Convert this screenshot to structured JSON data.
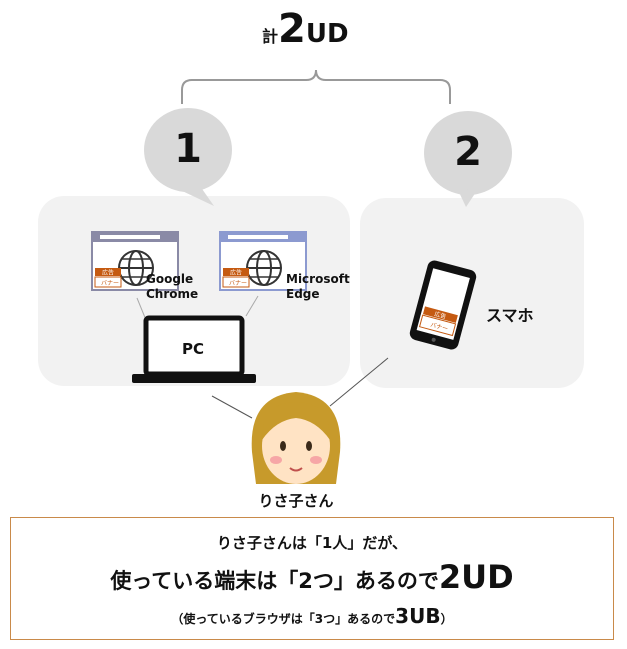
{
  "total": {
    "prefix": "計",
    "number": "2",
    "unit": "UD"
  },
  "groups": [
    {
      "number": "1",
      "devices": [
        "PC"
      ],
      "browsers": [
        "Google Chrome",
        "Microsoft Edge"
      ]
    },
    {
      "number": "2",
      "devices": [
        "スマホ"
      ]
    }
  ],
  "browsers": {
    "chrome": {
      "line1": "Google",
      "line2": "Chrome"
    },
    "edge": {
      "line1": "Microsoft",
      "line2": "Edge"
    }
  },
  "ad_label": "広告",
  "banner_label": "バナー",
  "pc_label": "PC",
  "phone_label": "スマホ",
  "person_name": "りさ子さん",
  "summary": {
    "line1": "りさ子さんは「1人」だが、",
    "line2_pre": "使っている端末は「2つ」あるので",
    "line2_big": "2UD",
    "line3_pre": "（使っているブラウザは「3つ」あるので",
    "line3_big": "3UB",
    "line3_post": "）"
  },
  "colors": {
    "panel": "#f2f2f2",
    "bubble": "#d9d9d9",
    "ad_orange": "#c55a11",
    "chrome_frame": "#8a8aa6",
    "edge_frame": "#8c9ad0",
    "box_border": "#c98a4a",
    "hair": "#c79a2b",
    "skin": "#ffe3c4"
  }
}
